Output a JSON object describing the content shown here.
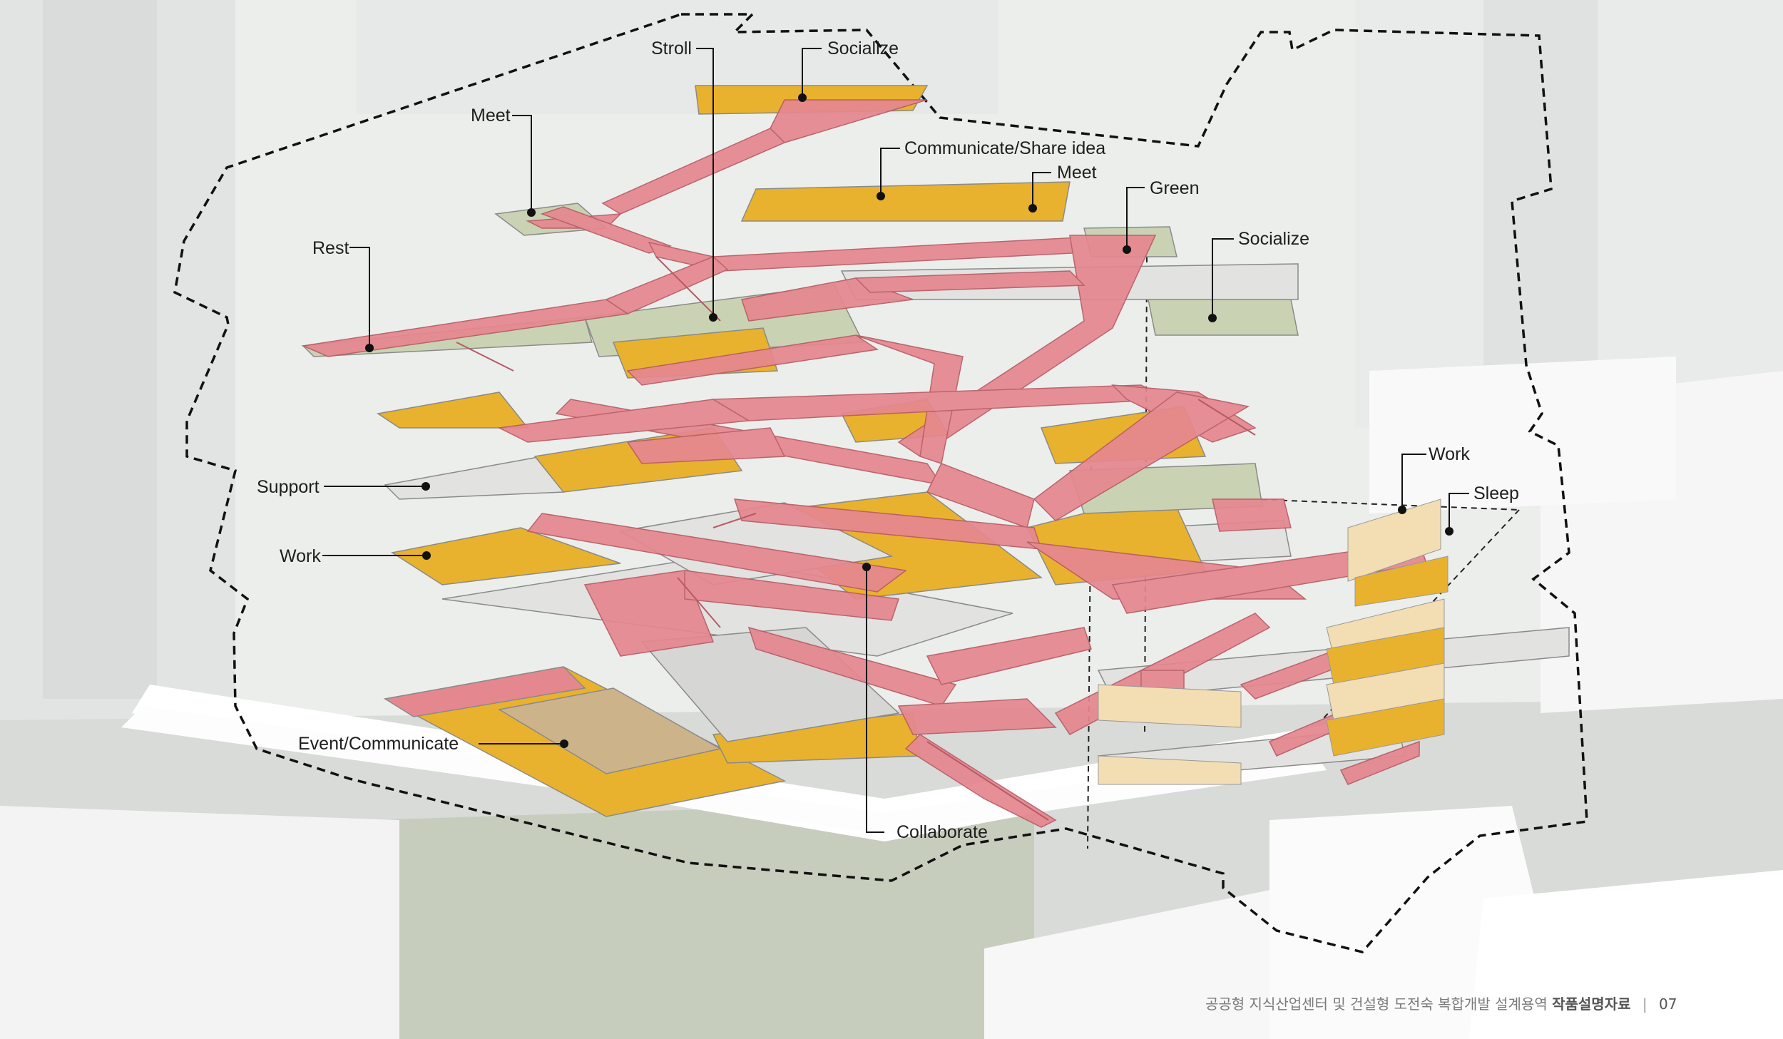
{
  "labels": {
    "stroll": "Stroll",
    "socialize_top": "Socialize",
    "meet_left": "Meet",
    "communicate_share": "Communicate/Share idea",
    "meet_right": "Meet",
    "green": "Green",
    "socialize_right": "Socialize",
    "rest": "Rest",
    "support": "Support",
    "work_left": "Work",
    "work_right": "Work",
    "sleep": "Sleep",
    "event_communicate": "Event/Communicate",
    "collaborate": "Collaborate"
  },
  "footer": {
    "description": "공공형 지식산업센터 및 건설형 도전숙 복합개발 설계용역",
    "doc_title": "작품설명자료",
    "separator": "|",
    "page_number": "07"
  },
  "colors": {
    "path_pink": "#e5878f",
    "zone_yellow": "#e8b22e",
    "zone_green": "#c9d3b3",
    "slab_grey": "#e2e2e0",
    "boundary": "#111111"
  }
}
